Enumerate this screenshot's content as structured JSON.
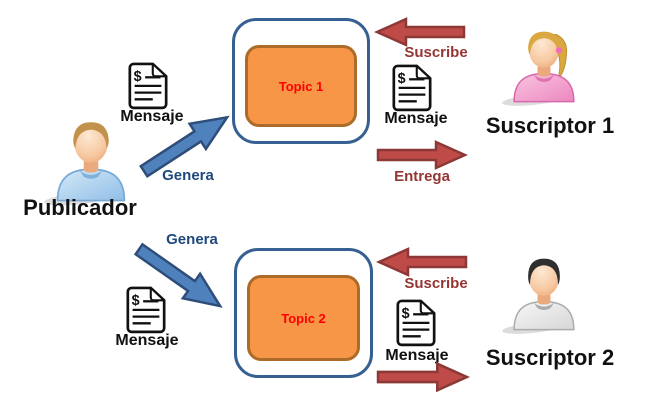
{
  "publisher": {
    "label": "Publicador"
  },
  "topics": [
    {
      "label": "Topic 1"
    },
    {
      "label": "Topic 2"
    }
  ],
  "subscribers": [
    {
      "label": "Suscriptor 1"
    },
    {
      "label": "Suscriptor 2"
    }
  ],
  "message_label": "Mensaje",
  "arrow_labels": {
    "genera_top": "Genera",
    "genera_bottom": "Genera",
    "suscribe_top": "Suscribe",
    "suscribe_bottom": "Suscribe",
    "entrega_top": "Entrega"
  },
  "icons": {
    "message": "document-dollar-icon",
    "publisher": "person-man-blue-shirt-icon",
    "subscriber1": "person-woman-pink-shirt-icon",
    "subscriber2": "person-man-gray-shirt-icon"
  },
  "colors": {
    "flow-blue": "#4F81BD",
    "flow-blue-border": "#2E4E79",
    "flow-blue-text": "#1F497D",
    "flow-red": "#BE4B48",
    "flow-red-border": "#8C3836",
    "flow-red-text": "#943634",
    "topic-fill": "#F79646",
    "topic-border": "#AC6B28",
    "topic-text": "#FF0000",
    "container-border": "#376092"
  }
}
